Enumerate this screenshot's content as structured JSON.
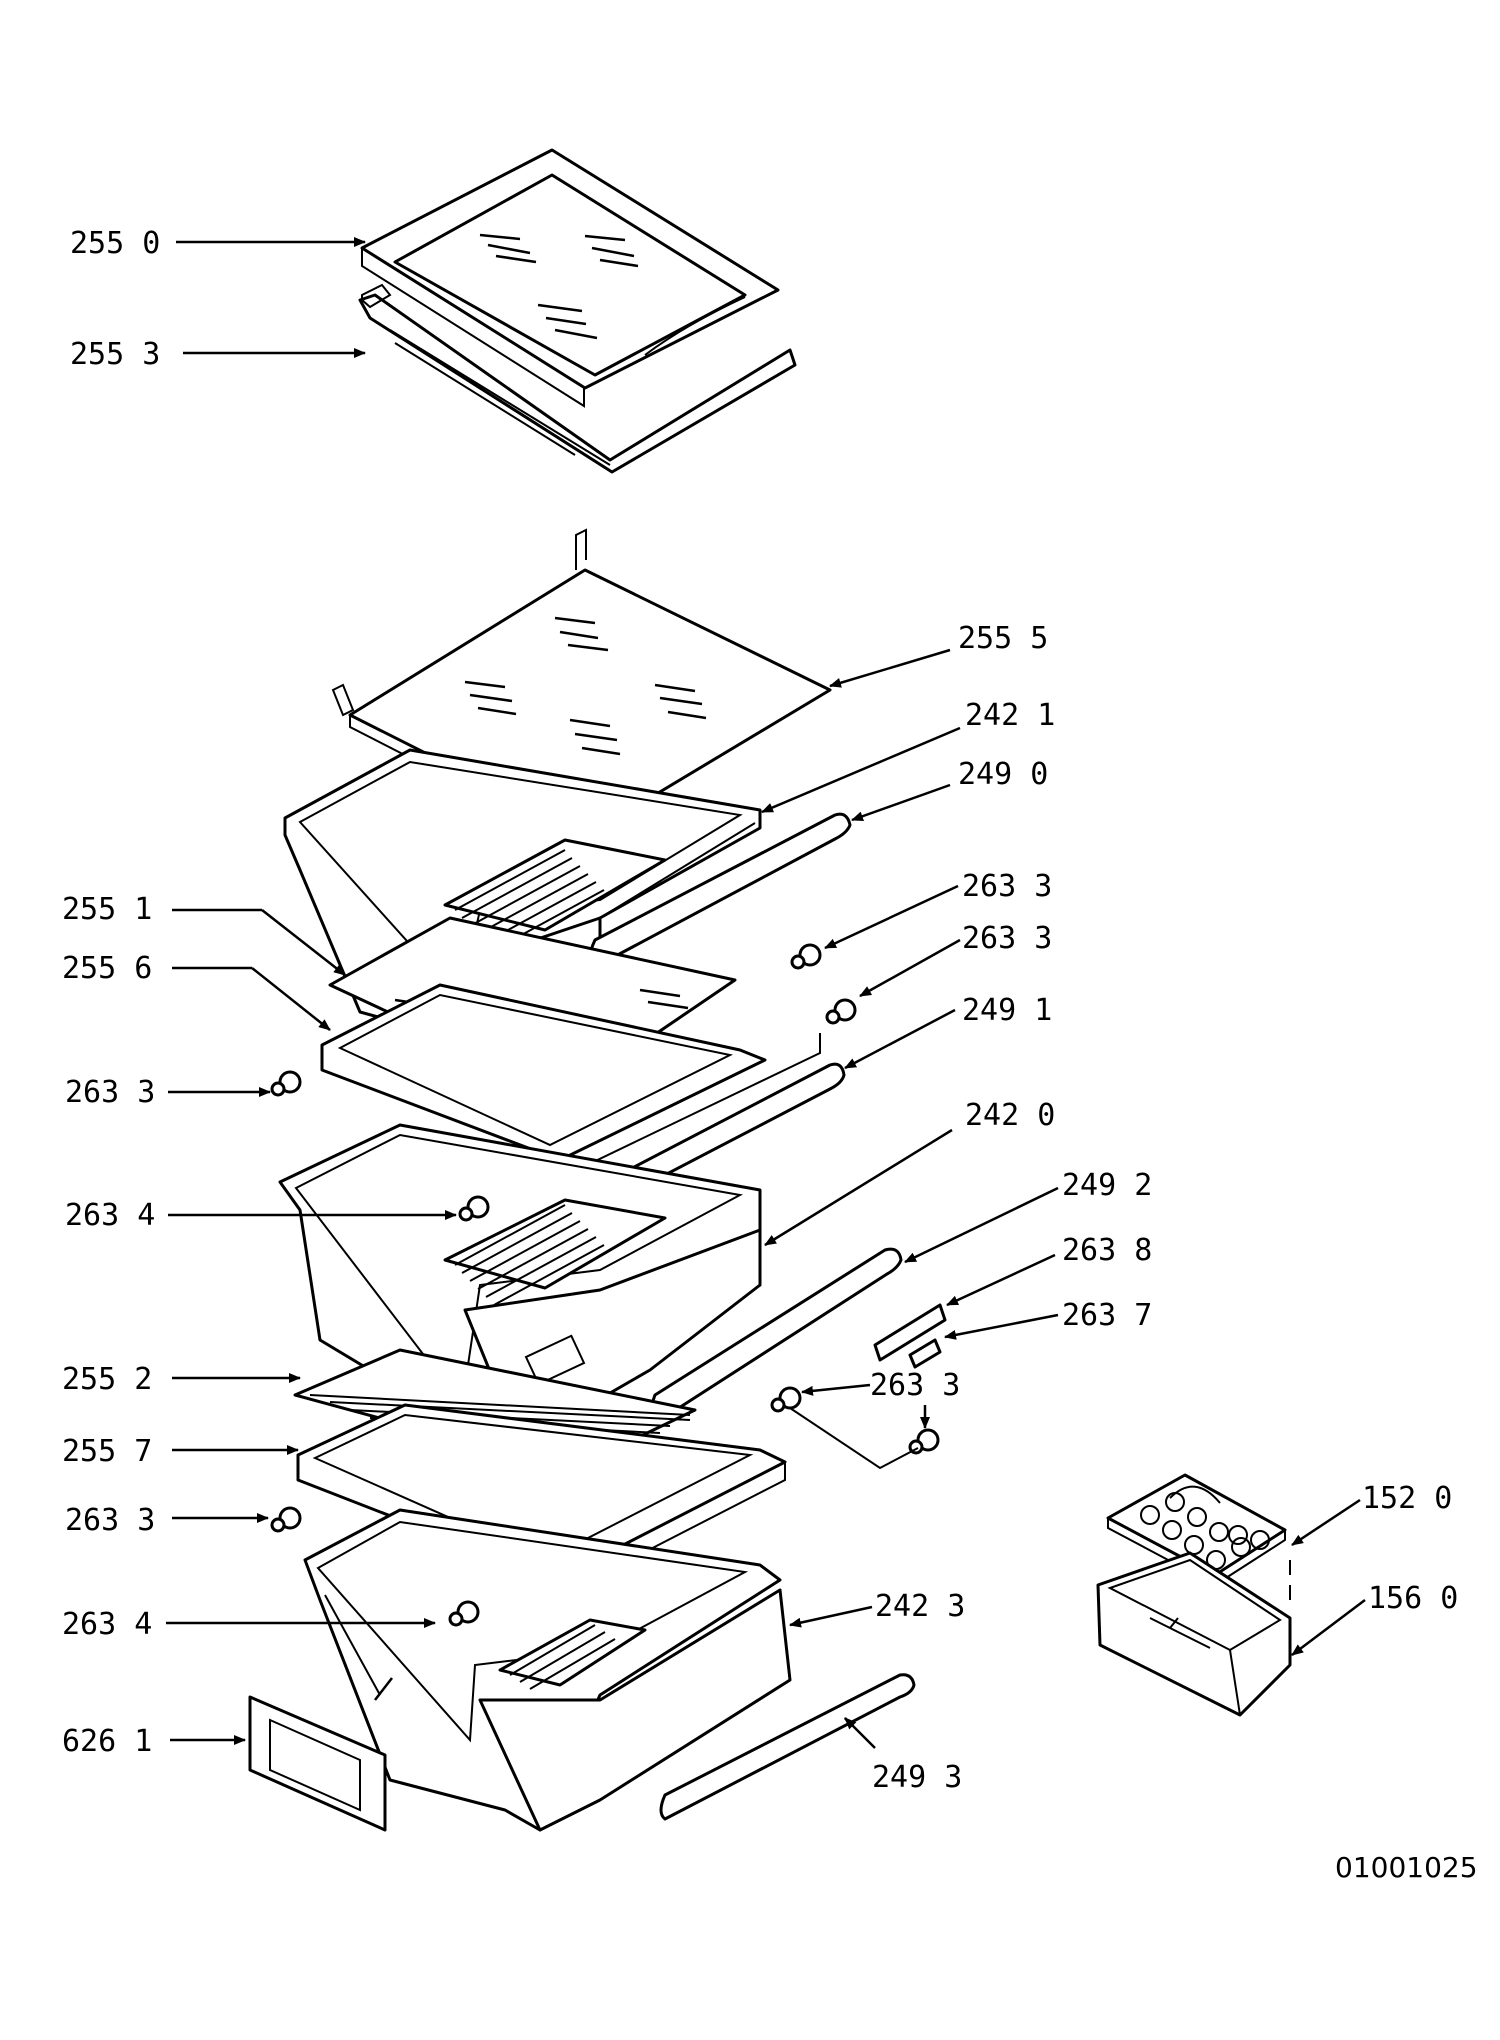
{
  "callouts": [
    {
      "id": "c1",
      "label": "255 0"
    },
    {
      "id": "c2",
      "label": "255 3"
    },
    {
      "id": "c3",
      "label": "255 5"
    },
    {
      "id": "c4",
      "label": "242 1"
    },
    {
      "id": "c5",
      "label": "249 0"
    },
    {
      "id": "c6",
      "label": "263 3"
    },
    {
      "id": "c7",
      "label": "263 3"
    },
    {
      "id": "c8",
      "label": "255 1"
    },
    {
      "id": "c9",
      "label": "255 6"
    },
    {
      "id": "c10",
      "label": "249 1"
    },
    {
      "id": "c11",
      "label": "263 3"
    },
    {
      "id": "c12",
      "label": "242 0"
    },
    {
      "id": "c13",
      "label": "263 4"
    },
    {
      "id": "c14",
      "label": "249 2"
    },
    {
      "id": "c15",
      "label": "263 8"
    },
    {
      "id": "c16",
      "label": "263 7"
    },
    {
      "id": "c17",
      "label": "255 2"
    },
    {
      "id": "c18",
      "label": "263 3"
    },
    {
      "id": "c19",
      "label": "255 7"
    },
    {
      "id": "c20",
      "label": "263 3"
    },
    {
      "id": "c21",
      "label": "152 0"
    },
    {
      "id": "c22",
      "label": "156 0"
    },
    {
      "id": "c23",
      "label": "242 3"
    },
    {
      "id": "c24",
      "label": "263 4"
    },
    {
      "id": "c25",
      "label": "626 1"
    },
    {
      "id": "c26",
      "label": "249 3"
    }
  ],
  "drawing_code": "01001025"
}
